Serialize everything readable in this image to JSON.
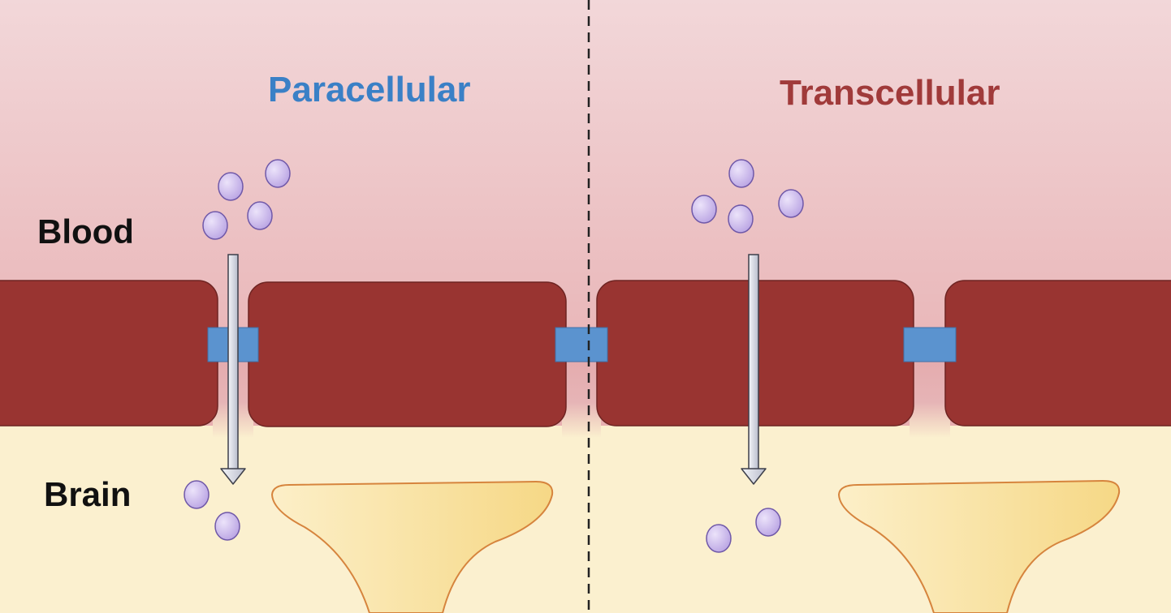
{
  "diagram": {
    "panels": [
      {
        "title": "Paracellular",
        "title_color": "#3a80c6"
      },
      {
        "title": "Transcellular",
        "title_color": "#a03a3a"
      }
    ],
    "compartments": {
      "upper": "Blood",
      "lower": "Brain"
    },
    "colors": {
      "blood_top": "#f2d6d8",
      "blood_bottom": "#e8b0b2",
      "brain": "#fbf0cf",
      "endothelial_cell": "#993431",
      "tight_junction": "#5b93cf",
      "molecule": "#c9b4ea",
      "astrocyte_endfoot": "#f9df9c",
      "arrow": "#dde0ea"
    }
  }
}
